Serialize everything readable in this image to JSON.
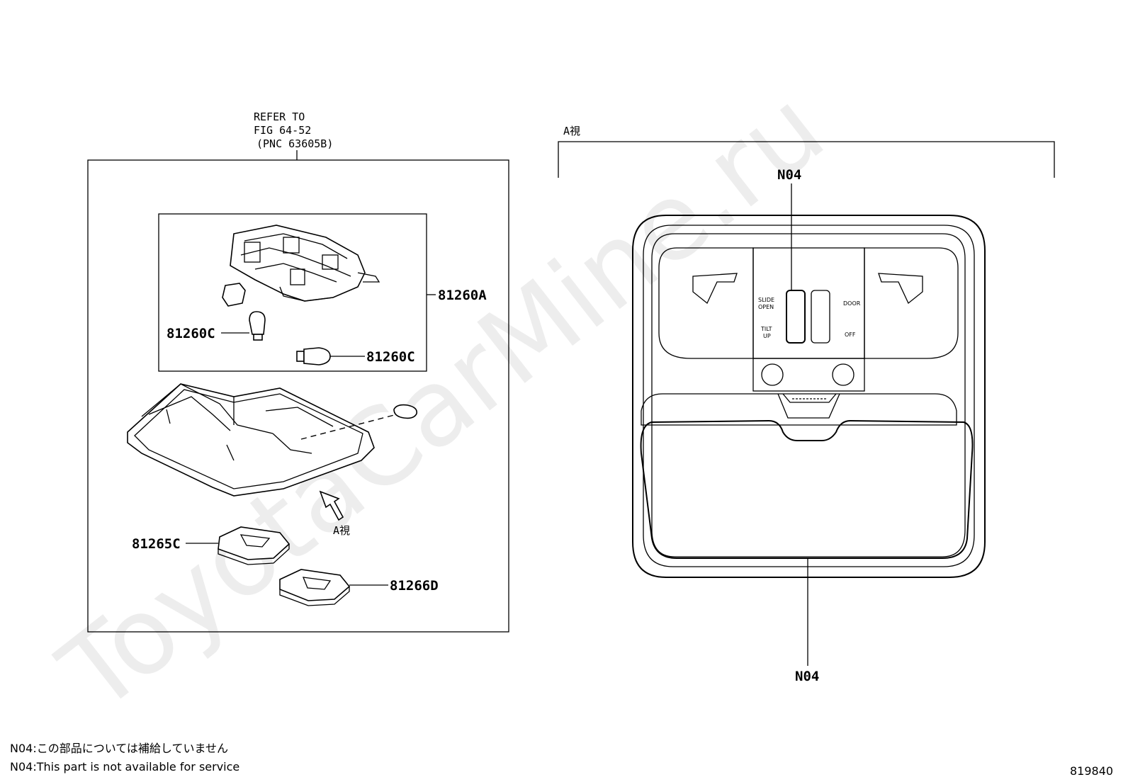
{
  "watermark": "ToyotaCarMine.ru",
  "left_panel": {
    "refer_line1": "REFER TO",
    "refer_line2": "FIG 64-52",
    "refer_line3": "(PNC 63605B)",
    "parts": {
      "p81260A": "81260A",
      "p81260C_left": "81260C",
      "p81260C_right": "81260C",
      "p81265C": "81265C",
      "p81266D": "81266D"
    },
    "view_arrow_label": "A視"
  },
  "right_panel": {
    "view_title": "A視",
    "callout_top": "N04",
    "callout_bottom": "N04",
    "switch_left_top": "SLIDE",
    "switch_left_top2": "OPEN",
    "switch_left_bottom": "TILT",
    "switch_left_bottom2": "UP",
    "switch_right_top": "DOOR",
    "switch_right_bottom": "OFF"
  },
  "notes": {
    "jp": "N04:この部品については補給していません",
    "en": "N04:This part is not available for service"
  },
  "figure_id": "819840"
}
